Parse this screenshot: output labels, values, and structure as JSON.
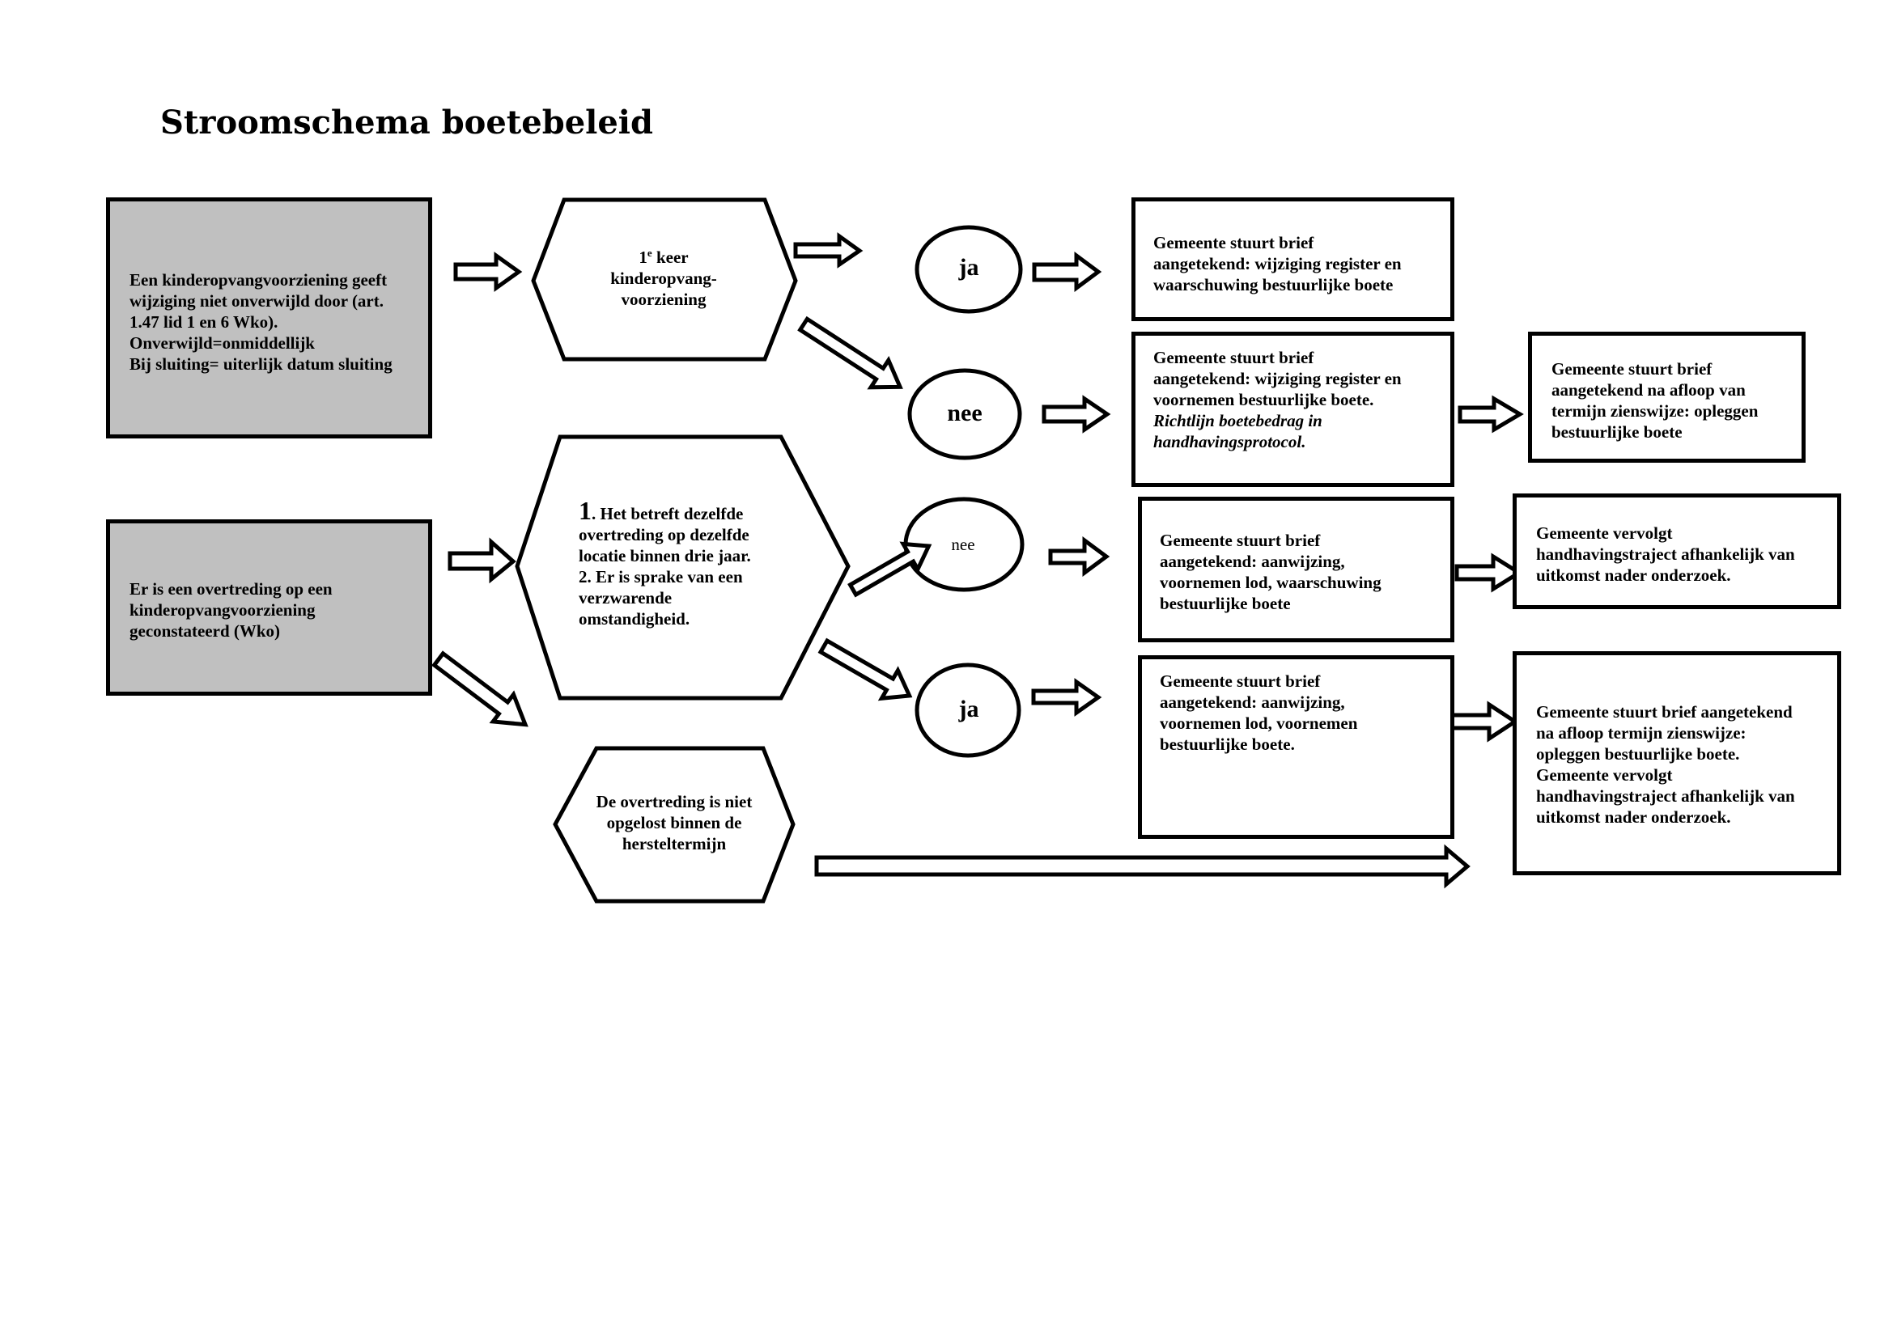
{
  "title": "Stroomschema boetebeleid",
  "start_boxes": {
    "wijziging": "Een kinderopvangvoorziening geeft wijziging niet onverwijld door (art. 1.47 lid 1 en 6 Wko).\nOnverwijld=onmiddellijk\nBij sluiting= uiterlijk datum sluiting",
    "overtreding": "Er is een overtreding op een kinderopvangvoorziening geconstateerd (Wko)"
  },
  "decisions": {
    "eerste_keer": {
      "num": "1",
      "sup": "e",
      "rest": " keer\nkinderopvang-\nvoorziening"
    },
    "herhaling": {
      "num": "1",
      "text": ". Het betreft dezelfde\novertreding op dezelfde\nlocatie binnen drie jaar.\n2. Er is sprake van een\nverzwarende\nomstandigheid."
    },
    "niet_opgelost": "De overtreding is niet\nopgelost binnen de\nhersteltermijn"
  },
  "answers": {
    "top_ja": "ja",
    "top_nee": "nee",
    "mid_nee": "nee",
    "mid_ja": "ja"
  },
  "actions": {
    "a1": "Gemeente stuurt brief\naangetekend: wijziging register en\nwaarschuwing bestuurlijke boete",
    "a2": "Gemeente stuurt brief\naangetekend: wijziging register en\nvoornemen bestuurlijke boete.",
    "a2_italic": "Richtlijn boetebedrag in\nhandhavingsprotocol.",
    "a3": "Gemeente stuurt brief\naangetekend na afloop van\ntermijn zienswijze: opleggen\nbestuurlijke boete",
    "a4": "Gemeente stuurt brief\naangetekend: aanwijzing,\nvoornemen lod, waarschuwing\nbestuurlijke boete",
    "a5": "Gemeente vervolgt\nhandhavingstraject afhankelijk van\nuitkomst nader onderzoek.",
    "a6": "Gemeente stuurt brief\naangetekend: aanwijzing,\nvoornemen lod, voornemen\nbestuurlijke boete.",
    "a7": "Gemeente stuurt brief  aangetekend\nna afloop termijn zienswijze:\nopleggen bestuurlijke boete.\nGemeente vervolgt\nhandhavingstraject afhankelijk van\nuitkomst nader onderzoek."
  }
}
